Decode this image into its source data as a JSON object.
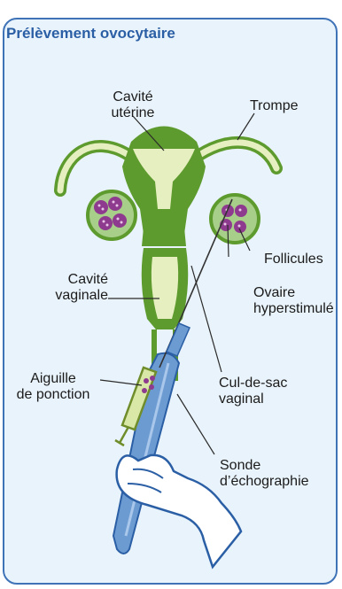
{
  "title": "Prélèvement ovocytaire",
  "labels": {
    "cavite_uterine": [
      "Cavité",
      "utérine"
    ],
    "trompe": "Trompe",
    "follicules": "Follicules",
    "ovaire": [
      "Ovaire",
      "hyperstimulé"
    ],
    "cavite_vaginale": [
      "Cavité",
      "vaginale"
    ],
    "aiguille": [
      "Aiguille",
      "de ponction"
    ],
    "cul_de_sac": [
      "Cul-de-sac",
      "vaginal"
    ],
    "sonde": [
      "Sonde",
      "d’échographie"
    ]
  },
  "colors": {
    "frame": "#3f73b8",
    "title": "#2b5fa5",
    "background": "#e9f3fb",
    "uterus": "#5e9b2e",
    "cavity": "#e6efbf",
    "ovary": "#a8cf8a",
    "follicle": "#8e3a8e",
    "probe": "#6c9bd2",
    "needle": "#8fb040"
  }
}
